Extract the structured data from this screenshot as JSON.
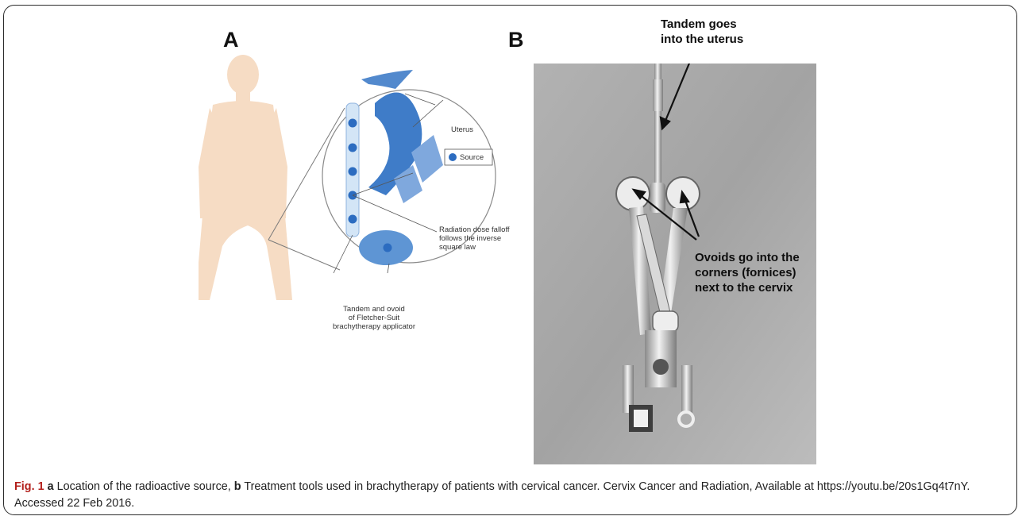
{
  "panels": {
    "a_letter": "A",
    "b_letter": "B"
  },
  "schematic": {
    "uterus_label": "Uterus",
    "source_legend": "Source",
    "dose_label_lines": [
      "Radiation dose falloff",
      "follows the inverse",
      "square law"
    ],
    "applicator_label_lines": [
      "Tandem and ovoid",
      "of Fletcher-Suit",
      "brachytherapy applicator"
    ],
    "colors": {
      "body": "#f6dcc4",
      "blue": "#3f7cc8",
      "blue_light": "#d3e5f6",
      "source_dot": "#2c6cc0"
    }
  },
  "photo": {
    "tandem_label_lines": [
      "Tandem goes",
      "into the uterus"
    ],
    "ovoids_label_lines": [
      "Ovoids go into the",
      "corners (fornices)",
      "next to the cervix"
    ]
  },
  "caption": {
    "fig_label": "Fig. 1",
    "a_marker": "a",
    "a_text": " Location of the radioactive source, ",
    "b_marker": "b",
    "b_text": " Treatment tools used in brachytherapy of patients with cervical cancer. Cervix Cancer and Radiation, Available at https://youtu.be/20s1Gq4t7nY. Accessed 22 Feb 2016."
  }
}
